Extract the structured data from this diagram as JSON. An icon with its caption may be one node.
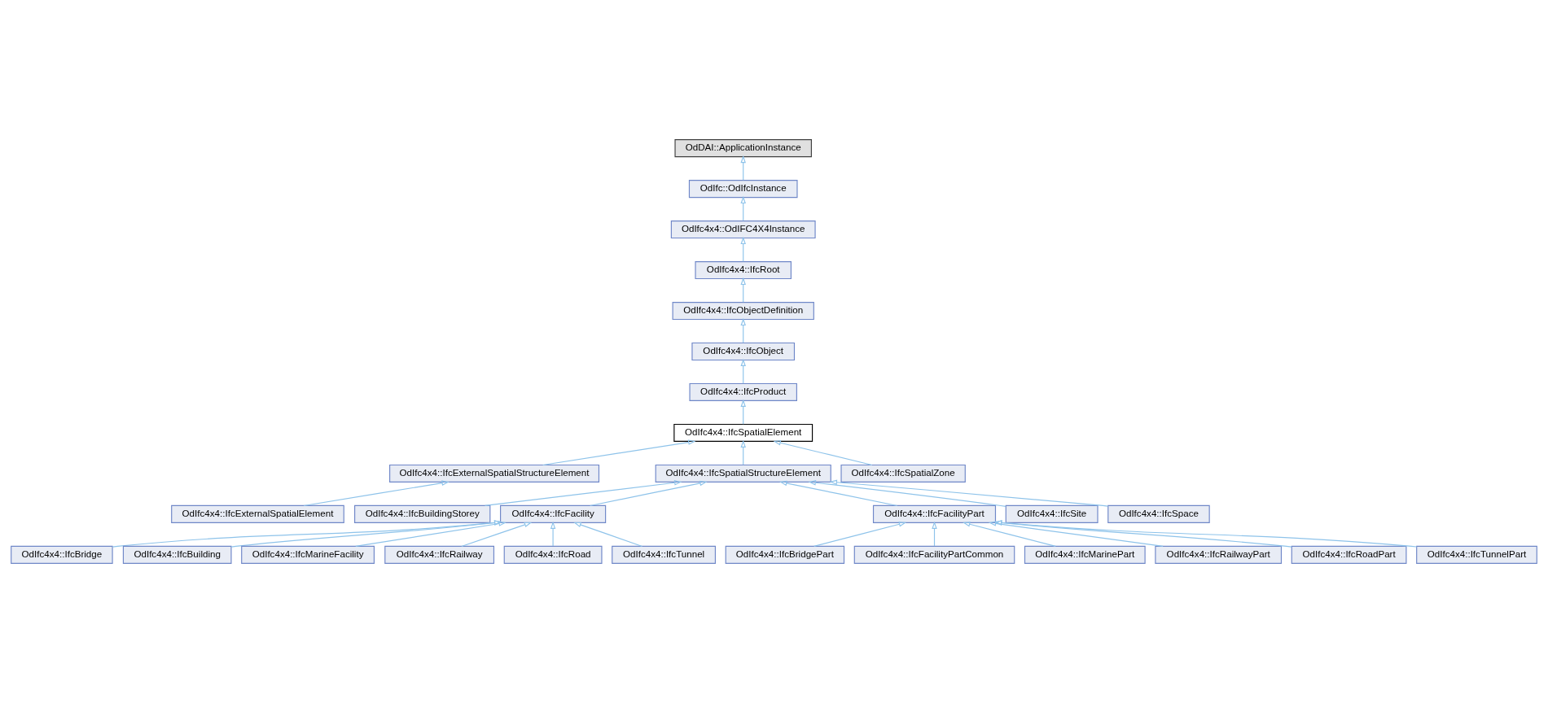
{
  "diagram": {
    "nodes": [
      {
        "text": [
          "OdDAI::ApplicationInstance"
        ]
      },
      {
        "text": [
          "OdIfc::OdIfcInstance"
        ]
      },
      {
        "text": [
          "OdIfc4x4::OdIFC4X4Instance"
        ]
      },
      {
        "text": [
          "OdIfc4x4::IfcRoot"
        ]
      },
      {
        "text": [
          "OdIfc4x4::IfcObjectDefinition"
        ]
      },
      {
        "text": [
          "OdIfc4x4::IfcObject"
        ]
      },
      {
        "text": [
          "OdIfc4x4::IfcProduct"
        ]
      },
      {
        "text": [
          "OdIfc4x4::IfcSpatialElement"
        ]
      },
      {
        "text": [
          "OdIfc4x4::IfcExternalSpatialStructureElement"
        ]
      },
      {
        "text": [
          "OdIfc4x4::IfcSpatialStructureElement"
        ]
      },
      {
        "text": [
          "OdIfc4x4::IfcSpatialZone"
        ]
      },
      {
        "text": [
          "OdIfc4x4::IfcExternalSpatialElement"
        ]
      },
      {
        "text": [
          "OdIfc4x4::IfcBuildingStorey"
        ]
      },
      {
        "text": [
          "OdIfc4x4::IfcFacility"
        ]
      },
      {
        "text": [
          "OdIfc4x4::IfcFacilityPart"
        ]
      },
      {
        "text": [
          "OdIfc4x4::IfcSite"
        ]
      },
      {
        "text": [
          "OdIfc4x4::IfcSpace"
        ]
      },
      {
        "text": [
          "OdIfc4x4::IfcBridge"
        ]
      },
      {
        "text": [
          "OdIfc4x4::IfcBuilding"
        ]
      },
      {
        "text": [
          "OdIfc4x4::IfcMarineFacility"
        ]
      },
      {
        "text": [
          "OdIfc4x4::IfcRailway"
        ]
      },
      {
        "text": [
          "OdIfc4x4::IfcRoad"
        ]
      },
      {
        "text": [
          "OdIfc4x4::IfcTunnel"
        ]
      },
      {
        "text": [
          "OdIfc4x4::IfcBridgePart"
        ]
      },
      {
        "text": [
          "OdIfc4x4::IfcFacilityPartCommon"
        ]
      },
      {
        "text": [
          "OdIfc4x4::IfcMarinePart"
        ]
      },
      {
        "text": [
          "OdIfc4x4::IfcRailwayPart"
        ]
      },
      {
        "text": [
          "OdIfc4x4::IfcRoadPart"
        ]
      },
      {
        "text": [
          "OdIfc4x4::IfcTunnelPart"
        ]
      }
    ],
    "edges": [
      {
        "from": 1,
        "to": 0,
        "arrow": "to"
      },
      {
        "from": 2,
        "to": 1,
        "arrow": "to"
      },
      {
        "from": 3,
        "to": 2,
        "arrow": "to"
      },
      {
        "from": 4,
        "to": 3,
        "arrow": "to"
      },
      {
        "from": 5,
        "to": 4,
        "arrow": "to"
      },
      {
        "from": 6,
        "to": 5,
        "arrow": "to"
      },
      {
        "from": 7,
        "to": 6,
        "arrow": "to"
      },
      {
        "from": 8,
        "to": 7,
        "arrow": "to"
      },
      {
        "from": 9,
        "to": 7,
        "arrow": "to"
      },
      {
        "from": 10,
        "to": 7,
        "arrow": "to"
      },
      {
        "from": 11,
        "to": 8,
        "arrow": "to"
      },
      {
        "from": 12,
        "to": 9,
        "arrow": "to"
      },
      {
        "from": 13,
        "to": 9,
        "arrow": "to"
      },
      {
        "from": 14,
        "to": 9,
        "arrow": "to"
      },
      {
        "from": 15,
        "to": 9,
        "arrow": "to"
      },
      {
        "from": 16,
        "to": 9,
        "arrow": "to"
      },
      {
        "from": 17,
        "to": 13,
        "arrow": "to"
      },
      {
        "from": 18,
        "to": 13,
        "arrow": "to"
      },
      {
        "from": 19,
        "to": 13,
        "arrow": "to"
      },
      {
        "from": 20,
        "to": 13,
        "arrow": "to"
      },
      {
        "from": 21,
        "to": 13,
        "arrow": "to"
      },
      {
        "from": 22,
        "to": 13,
        "arrow": "to"
      },
      {
        "from": 23,
        "to": 14,
        "arrow": "to"
      },
      {
        "from": 24,
        "to": 14,
        "arrow": "to"
      },
      {
        "from": 25,
        "to": 14,
        "arrow": "to"
      },
      {
        "from": 26,
        "to": 14,
        "arrow": "to"
      },
      {
        "from": 27,
        "to": 14,
        "arrow": "to"
      },
      {
        "from": 28,
        "to": 14,
        "arrow": "to"
      }
    ]
  }
}
